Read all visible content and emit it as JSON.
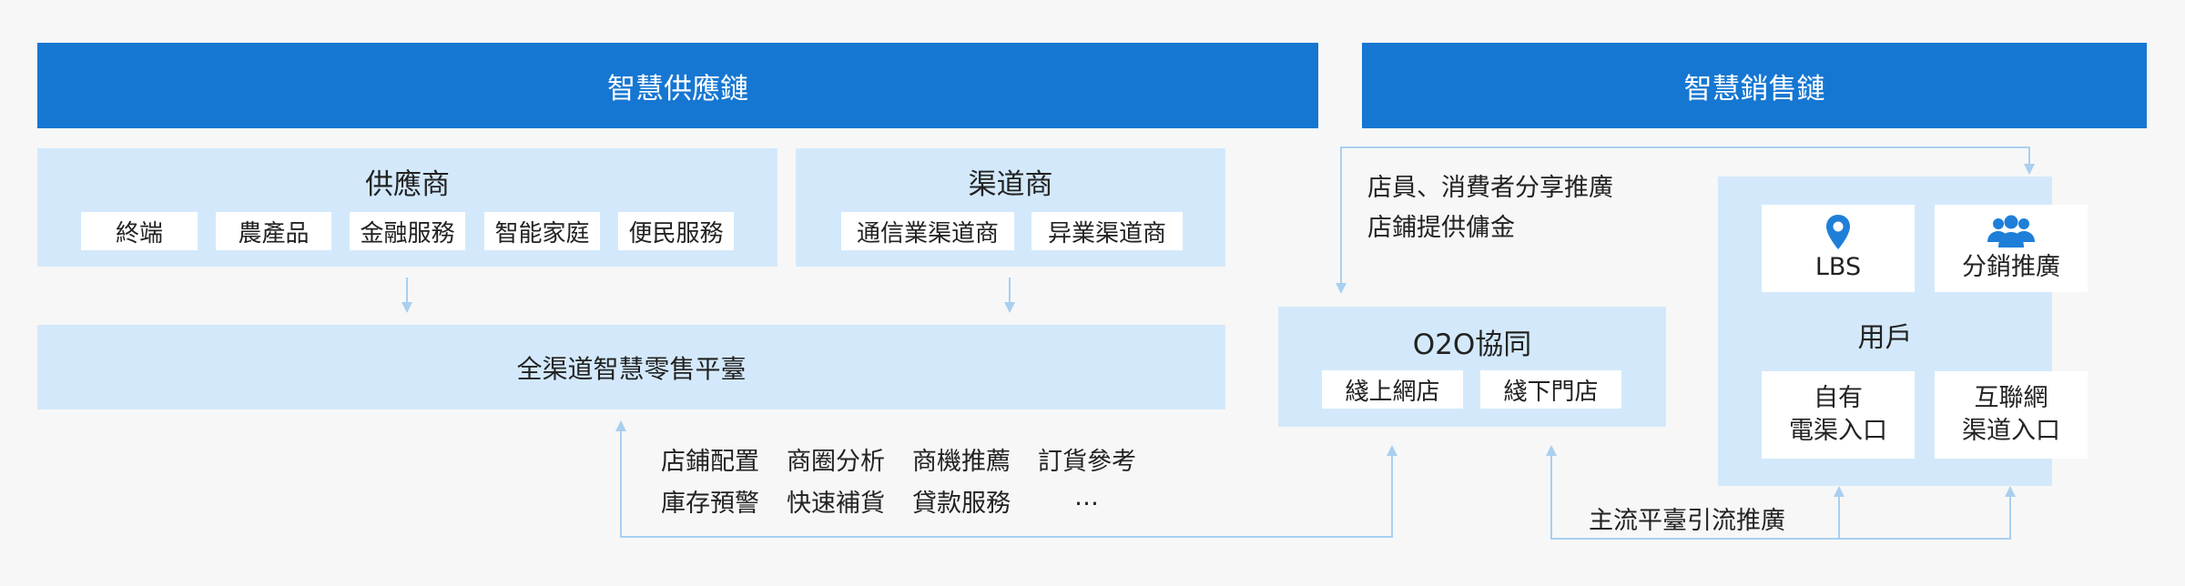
{
  "headers": {
    "supply_chain": "智慧供應鏈",
    "sales_chain": "智慧銷售鏈"
  },
  "suppliers": {
    "title": "供應商",
    "items": [
      "終端",
      "農產品",
      "金融服務",
      "智能家庭",
      "便民服務"
    ]
  },
  "channels": {
    "title": "渠道商",
    "items": [
      "通信業渠道商",
      "异業渠道商"
    ]
  },
  "platform": {
    "title": "全渠道智慧零售平臺"
  },
  "services": {
    "row1": [
      "店鋪配置",
      "商圈分析",
      "商機推薦",
      "訂貨參考"
    ],
    "row2": [
      "庫存預警",
      "快速補貨",
      "貸款服務",
      "…"
    ]
  },
  "share_note": {
    "line1": "店員、消費者分享推廣",
    "line2": "店鋪提供傭金"
  },
  "o2o": {
    "title": "O2O協同",
    "items": [
      "綫上網店",
      "綫下門店"
    ]
  },
  "users": {
    "title": "用戶",
    "lbs_label": "LBS",
    "distribution_label": "分銷推廣",
    "own_channel": [
      "自有",
      "電渠入口"
    ],
    "internet_channel": [
      "互聯網",
      "渠道入口"
    ]
  },
  "bottom_note": "主流平臺引流推廣",
  "colors": {
    "header": "#1677d2",
    "panel": "#d3e9fb",
    "connector": "#a9cff0",
    "icon": "#1f7fd8",
    "background": "#f7f7f7"
  },
  "icons": {
    "lbs": "location-pin-icon",
    "distribution": "people-icon"
  }
}
